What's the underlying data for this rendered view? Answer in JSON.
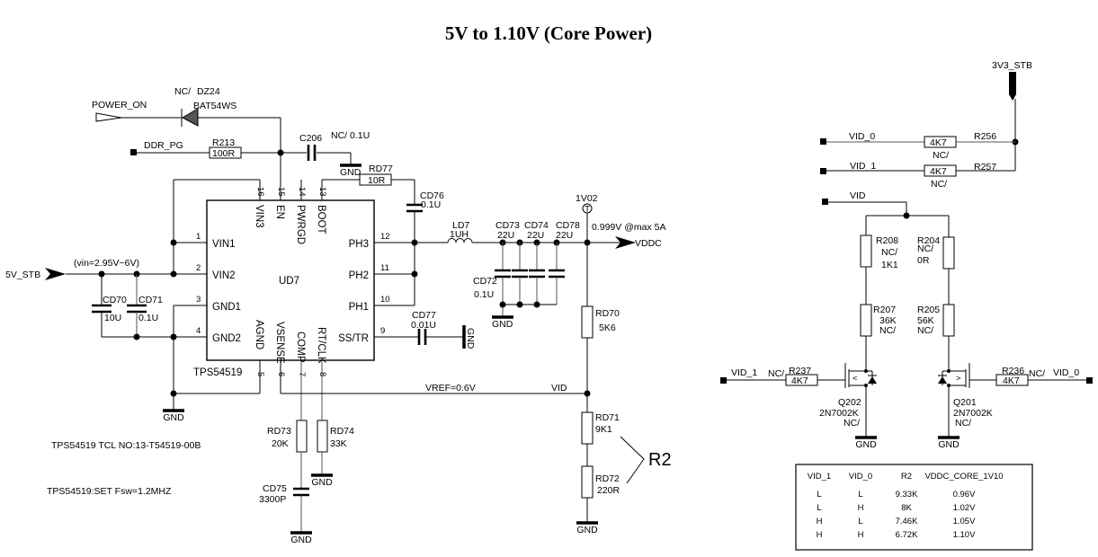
{
  "title": "5V to 1.10V (Core Power)",
  "ic": {
    "ref": "UD7",
    "part": "TPS54519",
    "pins_left": [
      {
        "num": "1",
        "name": "VIN1"
      },
      {
        "num": "2",
        "name": "VIN2"
      },
      {
        "num": "3",
        "name": "GND1"
      },
      {
        "num": "4",
        "name": "GND2"
      }
    ],
    "pins_top": [
      {
        "num": "16",
        "name": "VIN3"
      },
      {
        "num": "15",
        "name": "EN"
      },
      {
        "num": "14",
        "name": "PWRGD"
      },
      {
        "num": "13",
        "name": "BOOT"
      }
    ],
    "pins_right": [
      {
        "num": "12",
        "name": "PH3"
      },
      {
        "num": "11",
        "name": "PH2"
      },
      {
        "num": "10",
        "name": "PH1"
      },
      {
        "num": "9",
        "name": "SS/TR"
      }
    ],
    "pins_bottom": [
      {
        "num": "5",
        "name": "AGND"
      },
      {
        "num": "6",
        "name": "VSENSE"
      },
      {
        "num": "7",
        "name": "COMP"
      },
      {
        "num": "8",
        "name": "RT/CLK"
      }
    ]
  },
  "nets": {
    "power_on": "POWER_ON",
    "ddr_pg": "DDR_PG",
    "in_5v": "5V_STB",
    "vin_range": "(vin=2.95V~6V)",
    "vddc": "VDDC",
    "vout_note": "0.999V @max 5A",
    "testpoint": "1V02",
    "vref": "VREF=0.6V",
    "vid": "VID",
    "vid_0": "VID_0",
    "vid_1": "VID_1",
    "v3v3": "3V3_STB",
    "gnd": "GND"
  },
  "components": {
    "dz24": {
      "ref": "DZ24",
      "nc": "NC/",
      "value": "BAT54WS"
    },
    "r213": {
      "ref": "R213",
      "value": "100R"
    },
    "c206": {
      "ref": "C206",
      "value": "NC/ 0.1U"
    },
    "rd77": {
      "ref": "RD77",
      "value": "10R"
    },
    "cd76": {
      "ref": "CD76",
      "value": "0.1U"
    },
    "ld7": {
      "ref": "LD7",
      "value": "1UH"
    },
    "cd73": {
      "ref": "CD73",
      "value": "22U"
    },
    "cd74": {
      "ref": "CD74",
      "value": "22U"
    },
    "cd78": {
      "ref": "CD78",
      "value": "22U"
    },
    "cd72": {
      "ref": "CD72",
      "value": "0.1U"
    },
    "cd77": {
      "ref": "CD77",
      "value": "0.01U"
    },
    "cd70": {
      "ref": "CD70",
      "value": "10U"
    },
    "cd71": {
      "ref": "CD71",
      "value": "0.1U"
    },
    "rd70": {
      "ref": "RD70",
      "value": "5K6"
    },
    "rd71": {
      "ref": "RD71",
      "value": "9K1"
    },
    "rd72": {
      "ref": "RD72",
      "value": "220R"
    },
    "rd73": {
      "ref": "RD73",
      "value": "20K"
    },
    "rd74": {
      "ref": "RD74",
      "value": "33K"
    },
    "cd75": {
      "ref": "CD75",
      "value": "3300P"
    },
    "r256": {
      "ref": "R256",
      "value": "4K7",
      "nc": "NC/"
    },
    "r257": {
      "ref": "R257",
      "value": "4K7",
      "nc": "NC/"
    },
    "r208": {
      "ref": "R208",
      "nc": "NC/",
      "value": "1K1"
    },
    "r204": {
      "ref": "R204",
      "nc": "NC/",
      "value": "0R"
    },
    "r207": {
      "ref": "R207",
      "value": "36K",
      "nc": "NC/"
    },
    "r205": {
      "ref": "R205",
      "value": "56K",
      "nc": "NC/"
    },
    "r237": {
      "ref": "R237",
      "value": "4K7",
      "nc": "NC/"
    },
    "r236": {
      "ref": "R236",
      "value": "4K7",
      "nc": "NC/"
    },
    "q202": {
      "ref": "Q202",
      "value": "2N7002K",
      "nc": "NC/"
    },
    "q201": {
      "ref": "Q201",
      "value": "2N7002K",
      "nc": "NC/"
    }
  },
  "r2_label": "R2",
  "notes": {
    "tcl_no": "TPS54519 TCL NO:13-T54519-00B",
    "fsw": "TPS54519:SET Fsw=1.2MHZ"
  },
  "vid_table": {
    "headers": [
      "VID_1",
      "VID_0",
      "R2",
      "VDDC_CORE_1V10"
    ],
    "rows": [
      [
        "L",
        "L",
        "9.33K",
        "0.96V"
      ],
      [
        "L",
        "H",
        "8K",
        "1.02V"
      ],
      [
        "H",
        "L",
        "7.46K",
        "1.05V"
      ],
      [
        "H",
        "H",
        "6.72K",
        "1.10V"
      ]
    ]
  }
}
